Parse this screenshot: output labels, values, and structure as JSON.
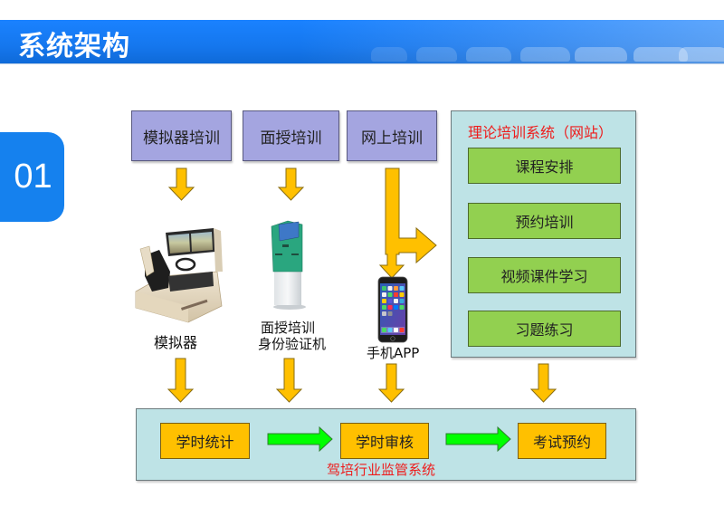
{
  "header": {
    "title": "系统架构"
  },
  "section": {
    "number": "01"
  },
  "training_modes": [
    {
      "label": "模拟器培训"
    },
    {
      "label": "面授培训"
    },
    {
      "label": "网上培训"
    }
  ],
  "devices": [
    {
      "label": "模拟器",
      "icon": "driving-simulator-icon"
    },
    {
      "label_line1": "面授培训",
      "label_line2": "身份验证机",
      "icon": "identity-kiosk-icon"
    },
    {
      "label": "手机APP",
      "icon": "smartphone-icon"
    }
  ],
  "theory_system": {
    "title": "理论培训系统（网站）",
    "modules": [
      {
        "label": "课程安排"
      },
      {
        "label": "预约培训"
      },
      {
        "label": "视频课件学习"
      },
      {
        "label": "习题练习"
      }
    ]
  },
  "supervision_system": {
    "title": "驾培行业监管系统",
    "steps": [
      {
        "label": "学时统计"
      },
      {
        "label": "学时审核"
      },
      {
        "label": "考试预约"
      }
    ]
  },
  "colors": {
    "header_blue": "#1a82ff",
    "badge_blue": "#1581ee",
    "purple_box": "#a4a5e0",
    "panel_bg": "#bee3e6",
    "green_box": "#92d050",
    "orange_box": "#ffc000",
    "arrow_yellow": "#ffc000",
    "arrow_green": "#00ff00",
    "title_red": "#ee1c1c"
  }
}
